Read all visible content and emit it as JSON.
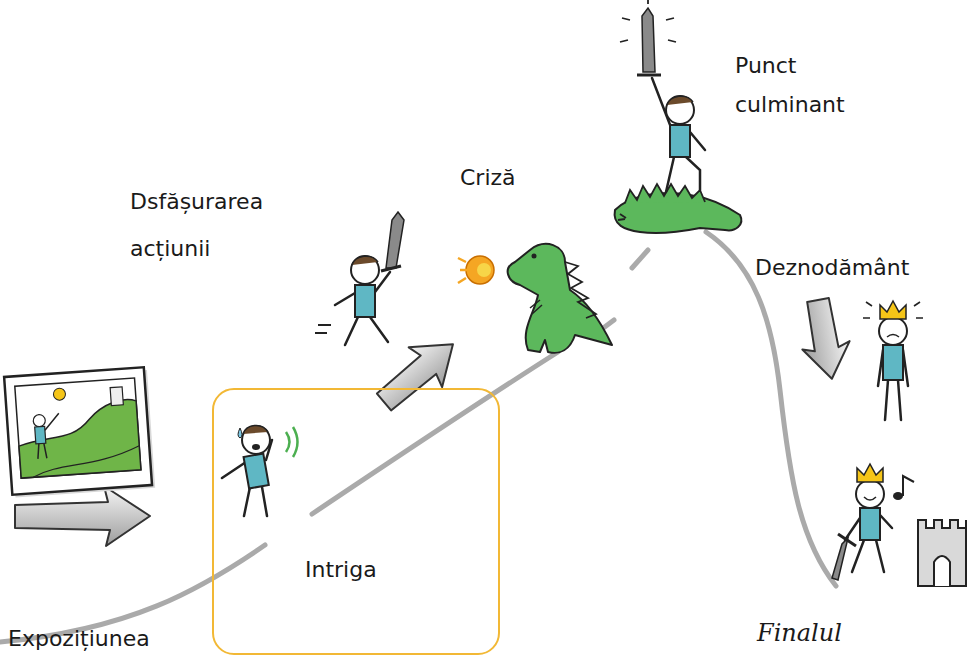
{
  "diagram": {
    "nodes": [
      {
        "text": [
          "Intriga"
        ]
      }
    ],
    "labels": [
      "Expozițiunea",
      "Dsfășurarea acțiunii",
      "Criză",
      "Punct culminant",
      "Deznodământ",
      "Finalul"
    ]
  }
}
